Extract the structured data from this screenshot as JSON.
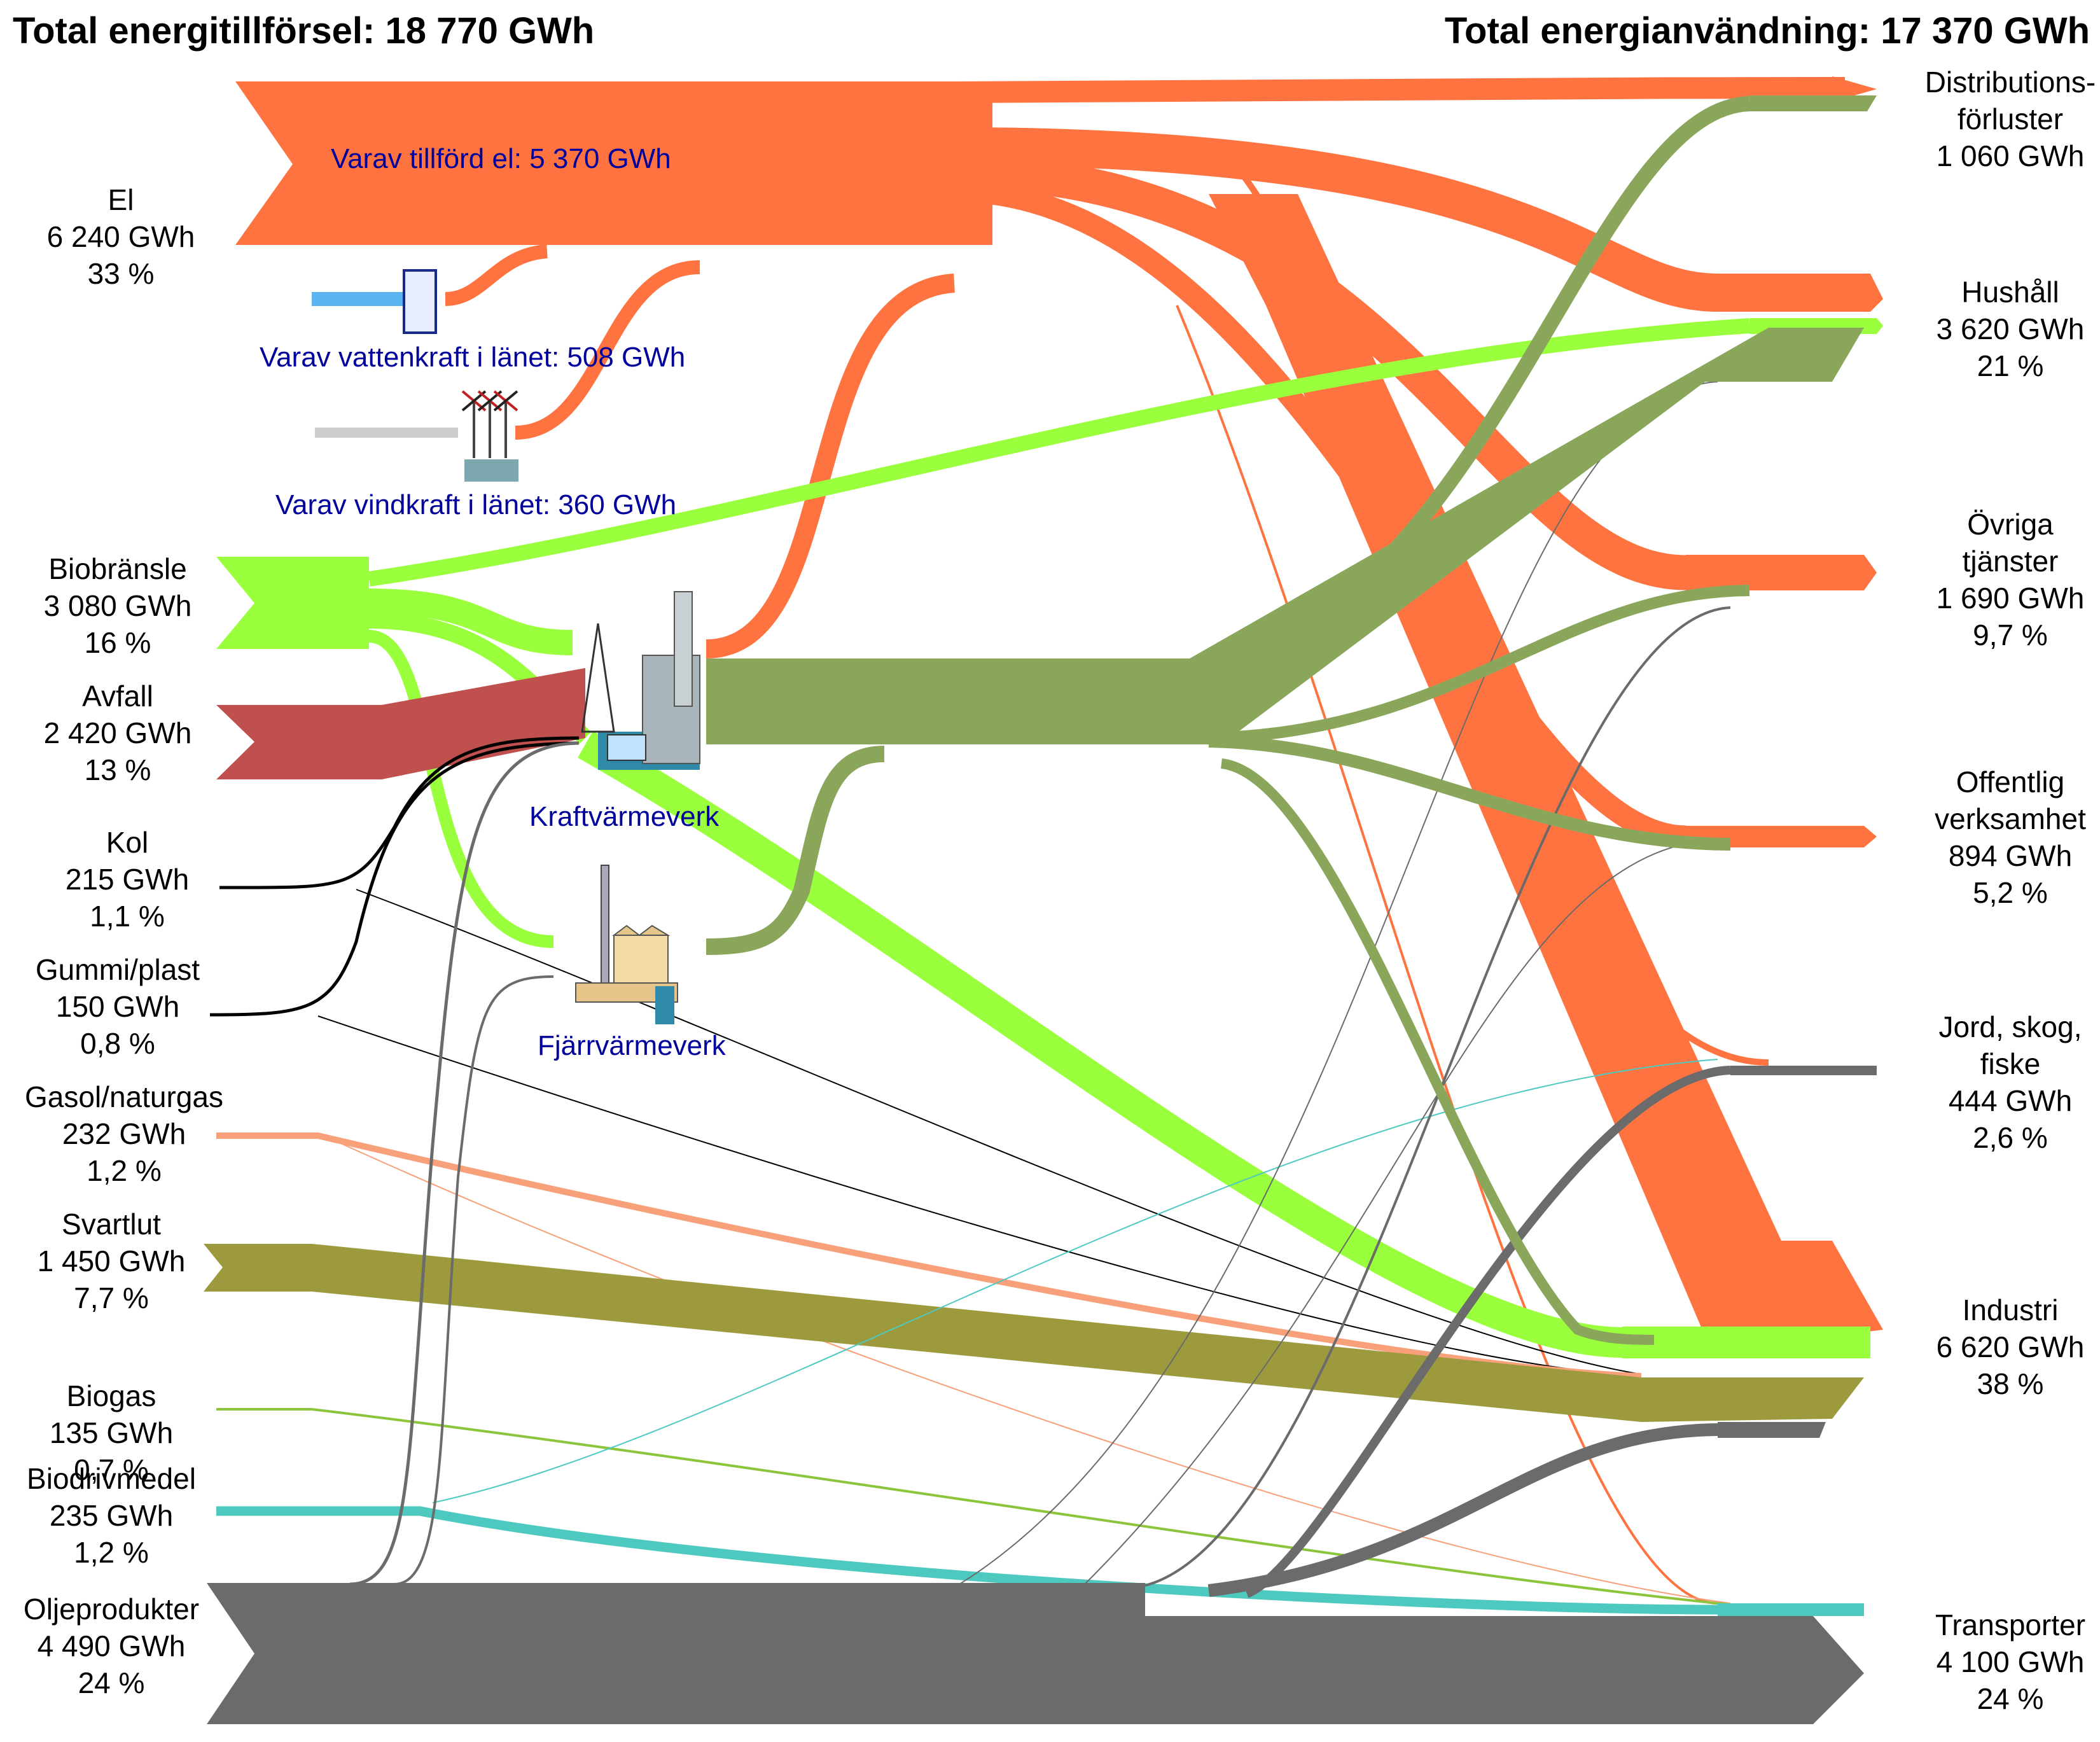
{
  "header": {
    "total_supply": "Total energitillförsel: 18 770 GWh",
    "total_use": "Total energianvändning: 17 370 GWh"
  },
  "sources": [
    {
      "id": "el",
      "lines": [
        "El",
        "6 240 GWh",
        "33 %"
      ],
      "color": "#ff7340"
    },
    {
      "id": "biobransle",
      "lines": [
        "Biobränsle",
        "3 080 GWh",
        "16 %"
      ],
      "color": "#9aff3c"
    },
    {
      "id": "avfall",
      "lines": [
        "Avfall",
        "2 420 GWh",
        "13 %"
      ],
      "color": "#c0504d"
    },
    {
      "id": "kol",
      "lines": [
        "Kol",
        "215 GWh",
        "1,1 %"
      ],
      "color": "#000000"
    },
    {
      "id": "gummi",
      "lines": [
        "Gummi/plast",
        "150 GWh",
        "0,8 %"
      ],
      "color": "#000000"
    },
    {
      "id": "gasol",
      "lines": [
        "Gasol/naturgas",
        "232 GWh",
        "1,2 %"
      ],
      "color": "#f7a07a"
    },
    {
      "id": "svartlut",
      "lines": [
        "Svartlut",
        "1 450 GWh",
        "7,7 %"
      ],
      "color": "#9c9a3c"
    },
    {
      "id": "biogas",
      "lines": [
        "Biogas",
        "135 GWh",
        "0,7 %"
      ],
      "color": "#8cc43c"
    },
    {
      "id": "biodrivmedel",
      "lines": [
        "Biodrivmedel",
        "235 GWh",
        "1,2 %"
      ],
      "color": "#4ec9c0"
    },
    {
      "id": "olja",
      "lines": [
        "Oljeprodukter",
        "4 490 GWh",
        "24 %"
      ],
      "color": "#6b6b6b"
    }
  ],
  "sinks": [
    {
      "id": "distr",
      "lines": [
        "Distributions-",
        "förluster",
        "1 060 GWh"
      ]
    },
    {
      "id": "hushall",
      "lines": [
        "Hushåll",
        "3 620 GWh",
        "21 %"
      ]
    },
    {
      "id": "ovriga",
      "lines": [
        "Övriga",
        "tjänster",
        "1 690 GWh",
        "9,7 %"
      ]
    },
    {
      "id": "offentlig",
      "lines": [
        "Offentlig",
        "verksamhet",
        "894 GWh",
        "5,2 %"
      ]
    },
    {
      "id": "jord",
      "lines": [
        "Jord, skog,",
        "fiske",
        "444 GWh",
        "2,6 %"
      ]
    },
    {
      "id": "industri",
      "lines": [
        "Industri",
        "6 620 GWh",
        "38 %"
      ]
    },
    {
      "id": "transporter",
      "lines": [
        "Transporter",
        "4 100 GWh",
        "24 %"
      ]
    }
  ],
  "annotations": {
    "el_supplied": "Varav tillförd el: 5 370 GWh",
    "hydro": "Varav vattenkraft i länet: 508 GWh",
    "wind": "Varav vindkraft i länet: 360 GWh",
    "chp": "Kraftvärmeverk",
    "district_heating": "Fjärrvärmeverk"
  },
  "colors": {
    "el": "#ff7340",
    "heat": "#8aa65a",
    "bio": "#9aff3c",
    "waste": "#c0504d",
    "black_liquor": "#9c9a3c",
    "oil": "#6b6b6b",
    "hydro": "#5ab4f0",
    "wind": "#cccccc",
    "text_blue": "#00009c"
  },
  "icons": [
    "hydro-plant-icon",
    "wind-turbines-icon",
    "chp-plant-icon",
    "district-heating-plant-icon"
  ]
}
